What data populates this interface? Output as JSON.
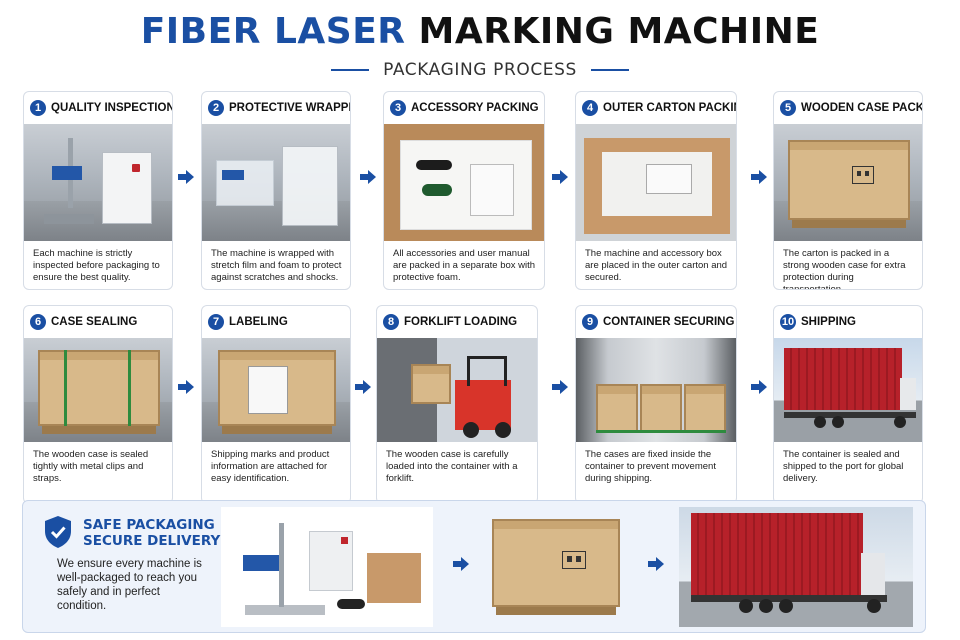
{
  "header": {
    "title_part1": "FIBER LASER",
    "title_part2": "MARKING MACHINE",
    "subtitle": "PACKAGING PROCESS"
  },
  "steps": [
    {
      "num": "1",
      "title": "QUALITY INSPECTION",
      "desc": "Each machine is strictly inspected before packaging to ensure the best quality."
    },
    {
      "num": "2",
      "title": "PROTECTIVE WRAPPING",
      "desc": "The machine is wrapped with stretch film and foam to protect against scratches and shocks."
    },
    {
      "num": "3",
      "title": "ACCESSORY PACKING",
      "desc": "All accessories and user manual are packed in a separate box with protective foam."
    },
    {
      "num": "4",
      "title": "OUTER CARTON PACKING",
      "desc": "The machine and accessory box are placed in the outer carton and secured."
    },
    {
      "num": "5",
      "title": "WOODEN CASE PACKING",
      "desc": "The carton is packed in a strong wooden case for extra protection during transportation."
    },
    {
      "num": "6",
      "title": "CASE SEALING",
      "desc": "The wooden case is sealed tightly with metal clips and straps."
    },
    {
      "num": "7",
      "title": "LABELING",
      "desc": "Shipping marks and product information are attached for easy identification."
    },
    {
      "num": "8",
      "title": "FORKLIFT LOADING",
      "desc": "The wooden case is carefully loaded into the container with a forklift."
    },
    {
      "num": "9",
      "title": "CONTAINER SECURING",
      "desc": "The cases are fixed inside the container to prevent movement during shipping."
    },
    {
      "num": "10",
      "title": "SHIPPING",
      "desc": "The container is sealed and shipped to the port for global delivery."
    }
  ],
  "footer": {
    "title_line1": "SAFE PACKAGING",
    "title_line2": "SECURE DELIVERY",
    "text": "We ensure every machine is well-packaged to reach you safely and in perfect condition."
  },
  "colors": {
    "accent": "#1a4fa3",
    "text": "#222222",
    "panel": "#eef3fb"
  },
  "icons": [
    "arrow-right-icon",
    "shield-check-icon",
    "fragile-icon"
  ]
}
